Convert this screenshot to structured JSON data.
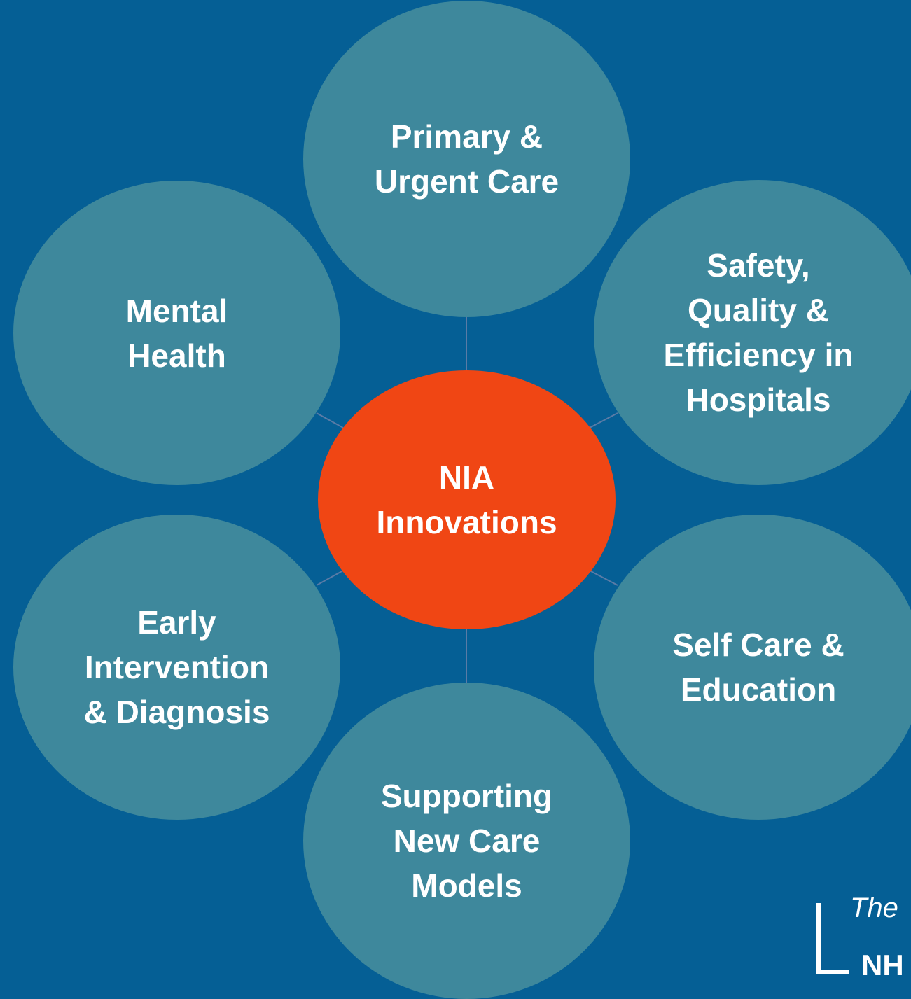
{
  "diagram": {
    "center": "NIA\nInnovations",
    "top": "Primary &\nUrgent Care",
    "mental_health": "Mental\nHealth",
    "safety": "Safety,\nQuality &\nEfficiency in\nHospitals",
    "early": "Early\nIntervention\n& Diagnosis",
    "self_care": "Self Care &\nEducation",
    "supporting": "Supporting\nNew Care\nModels"
  },
  "logo": {
    "line1": "The",
    "line2": "NH"
  },
  "colors": {
    "background": "#055F95",
    "bubble": "#3E889C",
    "center": "#F04614",
    "text": "#FFFFFF",
    "connector": "#5A7BA6"
  }
}
